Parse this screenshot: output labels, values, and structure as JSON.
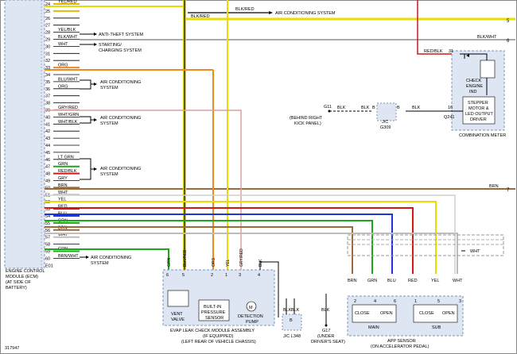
{
  "figure_id": "317947",
  "ecm": {
    "label_lines": [
      "ENGINE CONTROL",
      "MODULE (ECM)",
      "(AT SIDE OF",
      "BATTERY)"
    ],
    "pins": [
      {
        "pin": "24",
        "wire": "YEL/RED",
        "color": "#e8b800"
      },
      {
        "pin": "25",
        "wire": "",
        "color": "#e8b800"
      },
      {
        "pin": "26",
        "wire": "",
        "color": ""
      },
      {
        "pin": "27",
        "wire": "",
        "color": ""
      },
      {
        "pin": "28",
        "wire": "YEL/BLK",
        "color": ""
      },
      {
        "pin": "29",
        "wire": "BLK/WHT",
        "color": ""
      },
      {
        "pin": "30",
        "wire": "WHT",
        "color": ""
      },
      {
        "pin": "31",
        "wire": "",
        "color": ""
      },
      {
        "pin": "32",
        "wire": "",
        "color": ""
      },
      {
        "pin": "33",
        "wire": "ORG",
        "color": "#f08a1c"
      },
      {
        "pin": "34",
        "wire": "",
        "color": ""
      },
      {
        "pin": "35",
        "wire": "BLU/WHT",
        "color": ""
      },
      {
        "pin": "36",
        "wire": "ORG",
        "color": ""
      },
      {
        "pin": "37",
        "wire": "",
        "color": ""
      },
      {
        "pin": "38",
        "wire": "",
        "color": ""
      },
      {
        "pin": "39",
        "wire": "GRY/RED",
        "color": "#d9a0a0"
      },
      {
        "pin": "40",
        "wire": "WHT/GRN",
        "color": ""
      },
      {
        "pin": "41",
        "wire": "WHT/BLK",
        "color": ""
      },
      {
        "pin": "42",
        "wire": "",
        "color": ""
      },
      {
        "pin": "43",
        "wire": "",
        "color": ""
      },
      {
        "pin": "44",
        "wire": "",
        "color": ""
      },
      {
        "pin": "45",
        "wire": "",
        "color": ""
      },
      {
        "pin": "46",
        "wire": "LT GRN",
        "color": ""
      },
      {
        "pin": "47",
        "wire": "GRN",
        "color": "#1aa81a"
      },
      {
        "pin": "48",
        "wire": "RED/BLK",
        "color": "#d01818"
      },
      {
        "pin": "49",
        "wire": "GRY",
        "color": ""
      },
      {
        "pin": "50",
        "wire": "BRN",
        "color": "#9a6a3a"
      },
      {
        "pin": "51",
        "wire": "WHT",
        "color": "#bdbdbd"
      },
      {
        "pin": "52",
        "wire": "YEL",
        "color": "#e8dd00"
      },
      {
        "pin": "53",
        "wire": "RED",
        "color": "#d01818"
      },
      {
        "pin": "54",
        "wire": "BLU",
        "color": "#1f34d6"
      },
      {
        "pin": "55",
        "wire": "GRN",
        "color": "#1aa81a"
      },
      {
        "pin": "56",
        "wire": "BRN",
        "color": "#9a6a3a"
      },
      {
        "pin": "57",
        "wire": "WHT",
        "color": "#bdbdbd"
      },
      {
        "pin": "58",
        "wire": "",
        "color": ""
      },
      {
        "pin": "59",
        "wire": "GRN",
        "color": "#1aa81a"
      },
      {
        "pin": "60",
        "wire": "BRN/WHT",
        "color": ""
      },
      {
        "pin": "E01",
        "wire": "",
        "color": ""
      }
    ]
  },
  "side_labels": {
    "anti_theft": "ANTI-THEFT SYSTEM",
    "starting_lines": [
      "STARTING/",
      "CHARGING SYSTEM"
    ],
    "ac_lines": [
      "AIR CONDITIONING",
      "SYSTEM"
    ],
    "ac_top": "AIR CONDITIONING SYSTEM"
  },
  "top_wires": {
    "blk_red_1": "BLK/RED",
    "blk_red_2": "BLK/RED",
    "right_5": "5",
    "right_6": "6",
    "blk_wht": "BLK/WHT",
    "brn": "BRN",
    "right_7": "7"
  },
  "combination_meter": {
    "label": "COMBINATION METER",
    "pin31": "31",
    "pin16": "16",
    "wire_in": "RED/BLK",
    "check_engine_lines": [
      "CHECK",
      "ENGINE",
      "IND"
    ],
    "driver_lines": [
      "STEPPER",
      "MOTOR &",
      "LED OUTPUT",
      "DRIVER"
    ],
    "connector": "Q241"
  },
  "ground": {
    "g11": "G11",
    "g11_lines": [
      "(BEHIND RIGHT",
      "KICK PANEL)"
    ],
    "blk1": "BLK",
    "blk2": "BLK",
    "blk3": "BLK",
    "b1": "B",
    "b2": "B",
    "jc_lines": [
      "J/C",
      "G309"
    ]
  },
  "evap": {
    "pins": [
      {
        "n": "6",
        "wire": "GRN"
      },
      {
        "n": "5",
        "wire": "BLK/RED"
      },
      {
        "n": "2",
        "wire": "ORG"
      },
      {
        "n": "3",
        "wire": "GRY/RED"
      },
      {
        "n": "1",
        "wire": "YEL"
      },
      {
        "n": "4",
        "wire": "BLK"
      }
    ],
    "vent_lines": [
      "VENT",
      "VALVE"
    ],
    "sensor_lines": [
      "BUILT-IN",
      "PRESSURE",
      "SENSOR"
    ],
    "pump_lines": [
      "DETECTION",
      "PUMP"
    ],
    "pump_symbol": "M",
    "title_lines": [
      "EVAP LEAK CHECK MODULE ASSEMBLY",
      "(IF EQUIPPED)",
      "(LEFT REAR OF VEHICLE CHASSIS)"
    ]
  },
  "jc_l348": {
    "label_lines": [
      "J/C L348"
    ],
    "b": "B",
    "blk1": "BLK",
    "blk2": "BLK"
  },
  "g17": {
    "label": "G17",
    "lines": [
      "(UNDER",
      "DRIVER'S SEAT)"
    ],
    "blk": "BLK"
  },
  "app": {
    "wires": [
      "BRN",
      "GRN",
      "BLU",
      "RED",
      "YEL",
      "WHT"
    ],
    "pins": [
      "2",
      "4",
      "6",
      "1",
      "5",
      "3"
    ],
    "close": "CLOSE",
    "open": "OPEN",
    "main": "MAIN",
    "sub": "SUB",
    "title_lines": [
      "APP SENSOR",
      "(ON ACCELERATOR PEDAL)"
    ],
    "shield": "WHT"
  }
}
